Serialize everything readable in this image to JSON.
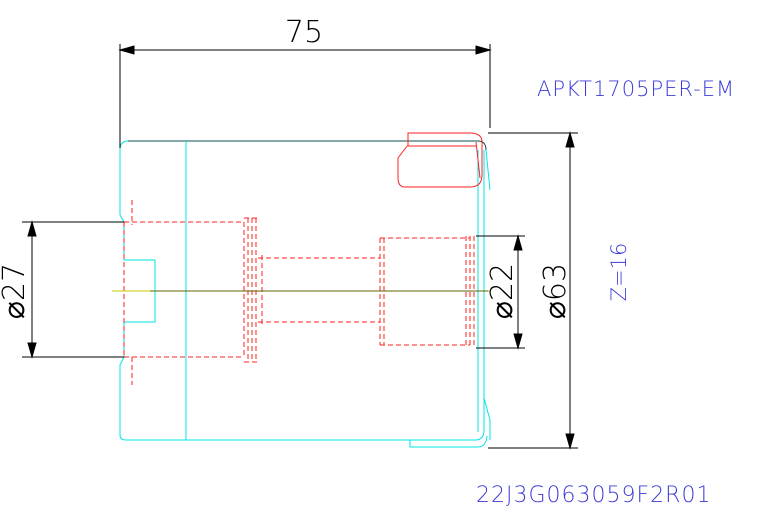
{
  "drawing": {
    "overall_length": "75",
    "diameter_shank": "⌀27",
    "diameter_bore": "⌀22",
    "diameter_cutter": "⌀63",
    "insert_code": "APKT1705PER-EM",
    "teeth_count": "Z=16",
    "part_number": "22J3G063059F2R01"
  },
  "colors": {
    "background": "#ffffff",
    "dimension": "#000000",
    "body_outline": "#00e5e5",
    "hidden_lines": "#ff2020",
    "annotation": "#3b3bd8",
    "centerline": "#c8c800",
    "body_edge": "#0a4f4f"
  }
}
